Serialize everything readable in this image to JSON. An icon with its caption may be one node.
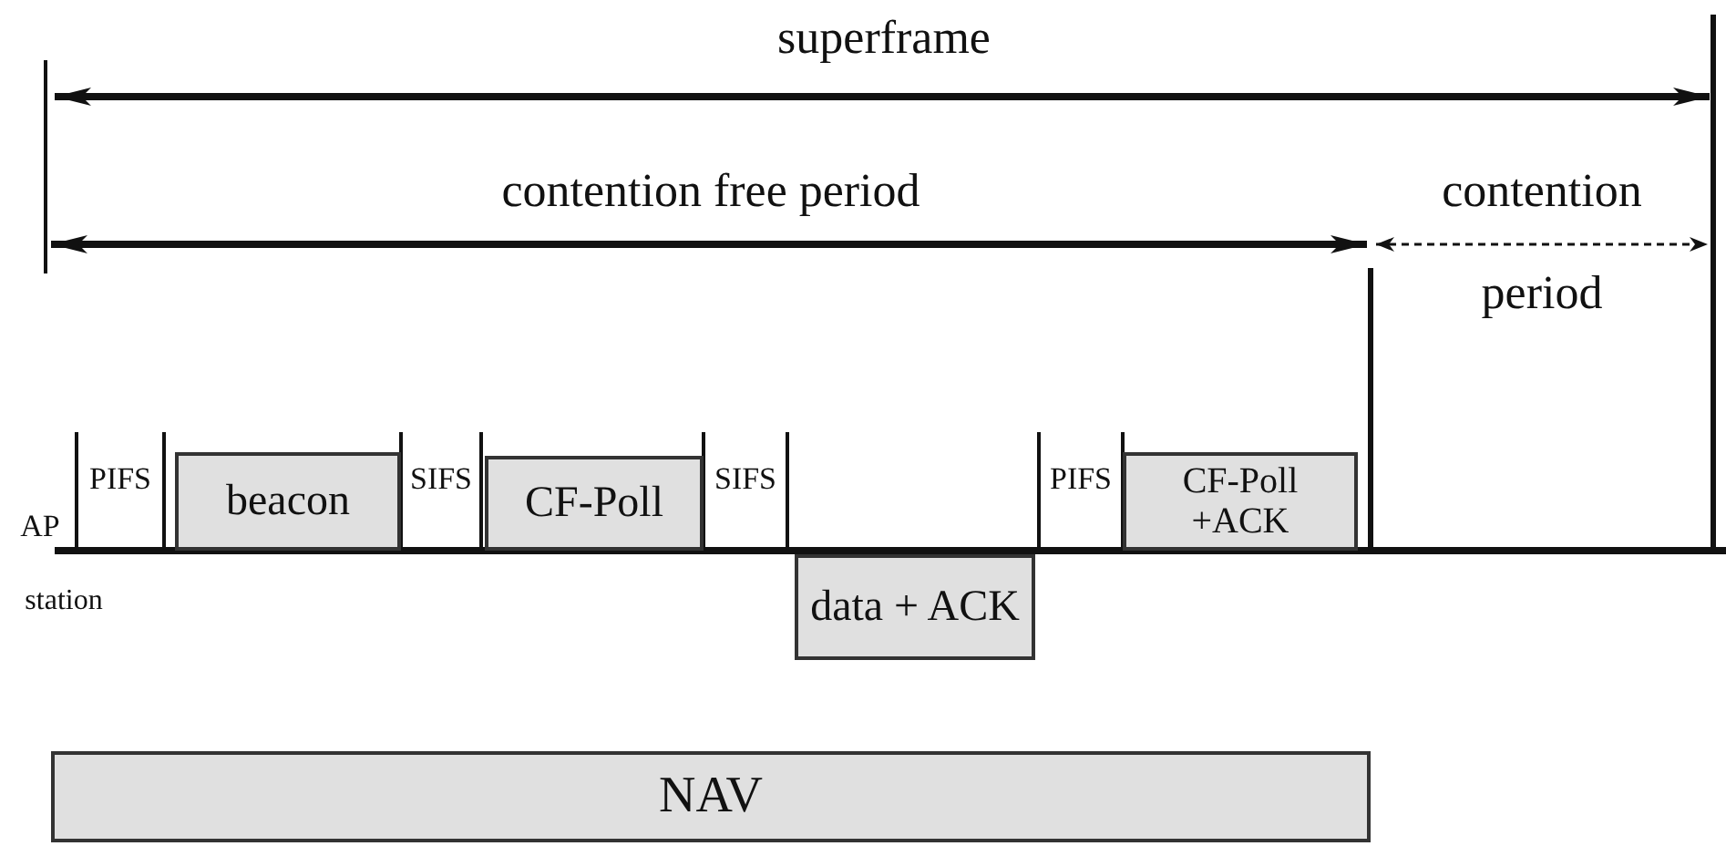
{
  "diagram": {
    "nodes": [
      {
        "text": [
          "beacon"
        ]
      },
      {
        "text": [
          "CF-Poll"
        ]
      },
      {
        "text": [
          "data + ACK"
        ]
      },
      {
        "text": [
          "CF-Poll +ACK"
        ]
      },
      {
        "text": [
          "NAV"
        ]
      }
    ],
    "labels": [
      "superframe",
      "contention free period",
      "contention",
      "period",
      "PIFS",
      "SIFS",
      "SIFS",
      "PIFS",
      "AP",
      "station"
    ]
  }
}
